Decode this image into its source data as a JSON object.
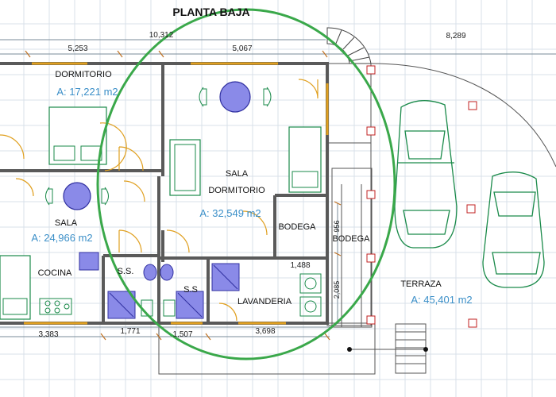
{
  "title": "PLANTA BAJA",
  "rooms": {
    "dormitorio_1": {
      "name": "DORMITORIO",
      "area": "A: 17,221 m2"
    },
    "sala_1": {
      "name": "SALA",
      "area": "A: 24,966 m2"
    },
    "cocina": {
      "name": "COCINA"
    },
    "ss_1": {
      "name": "S.S."
    },
    "ss_2": {
      "name": "S.S"
    },
    "sala_dorm": {
      "name": "SALA",
      "name2": "DORMITORIO",
      "area": "A: 32,549 m2"
    },
    "bodega_1": {
      "name": "BODEGA"
    },
    "bodega_2": {
      "name": "BODEGA"
    },
    "lavanderia": {
      "name": "LAVANDERIA"
    },
    "terraza": {
      "name": "TERRAZA",
      "area": "A: 45,401 m2"
    }
  },
  "dimensions": {
    "top": [
      "5,253",
      "10,312",
      "5,067",
      "8,289"
    ],
    "bottom": [
      "3,383",
      "1,771",
      "1,507",
      "3,698"
    ],
    "inner": "1,488",
    "vertical": [
      "956",
      "2,085"
    ]
  },
  "colors": {
    "highlight_ellipse": "#3aa84a",
    "area_text": "#3b8fc8",
    "furniture": "#1a8a4a",
    "doors": "#e0a020",
    "columns": "#c02020",
    "fixture_blue": "#8a8ae8"
  }
}
